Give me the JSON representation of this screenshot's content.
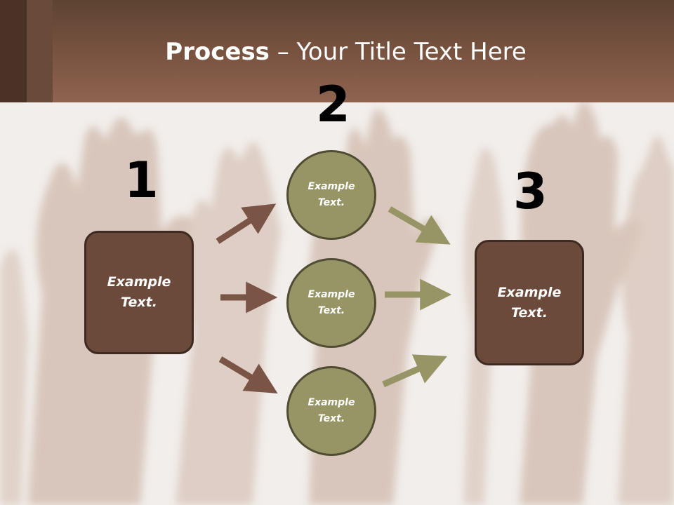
{
  "title": {
    "bold": "Process",
    "rest": " – Your Title Text Here"
  },
  "steps": {
    "one": "1",
    "two": "2",
    "three": "3"
  },
  "boxes": {
    "left": {
      "line1": "Example",
      "line2": "Text."
    },
    "right": {
      "line1": "Example",
      "line2": "Text."
    }
  },
  "circles": [
    {
      "line1": "Example",
      "line2": "Text."
    },
    {
      "line1": "Example",
      "line2": "Text."
    },
    {
      "line1": "Example",
      "line2": "Text."
    }
  ],
  "colors": {
    "header": "#7a5441",
    "box_fill": "#6b4a3b",
    "circle_fill": "#979565",
    "arrow_brown": "#7a5546",
    "arrow_olive": "#979565"
  }
}
